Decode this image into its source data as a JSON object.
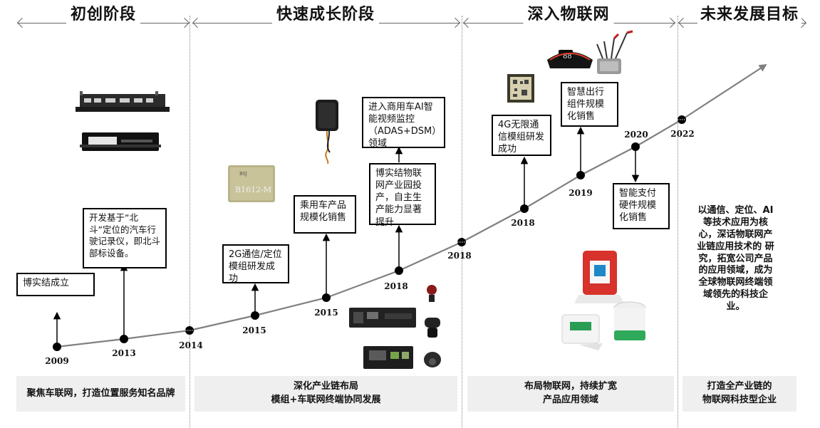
{
  "phases": [
    {
      "title": "初创阶段"
    },
    {
      "title": "快速成长阶段"
    },
    {
      "title": "深入物联网"
    },
    {
      "title": "未来发展目标"
    }
  ],
  "milestones": [
    {
      "year": "2009",
      "text": "博实结成立"
    },
    {
      "year": "2013",
      "text": "开发基于“北斗”定位的汽车行驶记录仪，即北斗部标设备。"
    },
    {
      "year": "2014",
      "text": ""
    },
    {
      "year": "2015",
      "text": "2G通信/定位模组研发成功"
    },
    {
      "year": "2015",
      "text": "乘用车产品规模化销售"
    },
    {
      "year": "2018",
      "text": "博实结物联网产业园投产，自主生产能力显著提升"
    },
    {
      "year": "2018",
      "text": "进入商用车AI智能视频监控（ADAS+DSM）领域"
    },
    {
      "year": "2018",
      "text": ""
    },
    {
      "year": "2018",
      "text": "4G无限通信模组研发成功"
    },
    {
      "year": "2019",
      "text": "智慧出行组件规模化销售"
    },
    {
      "year": "2020",
      "text": "智能支付硬件规模化销售"
    },
    {
      "year": "2022",
      "text": ""
    }
  ],
  "products": {
    "module_label": "B1612-M",
    "module_brand": "BSJ",
    "speedometer": "88"
  },
  "vision": "以通信、定位、AI等技术应用为核心，深话物联网产业链应用技术的 研究，拓宽公司产品的应用领域，成为全球物联网终端领域领先的科技企业。",
  "summaries": [
    {
      "line1": "聚焦车联网，打造位置服务知名品牌",
      "line2": ""
    },
    {
      "line1": "深化产业链布局",
      "line2": "模组+车联网终端协同发展"
    },
    {
      "line1": "布局物联网，持续扩宽",
      "line2": "产品应用领域"
    },
    {
      "line1": "打造全产业链的",
      "line2": "物联网科技型企业"
    }
  ],
  "colors": {
    "line": "#808080",
    "dot": "#000000",
    "summary_bg": "#efefef"
  }
}
